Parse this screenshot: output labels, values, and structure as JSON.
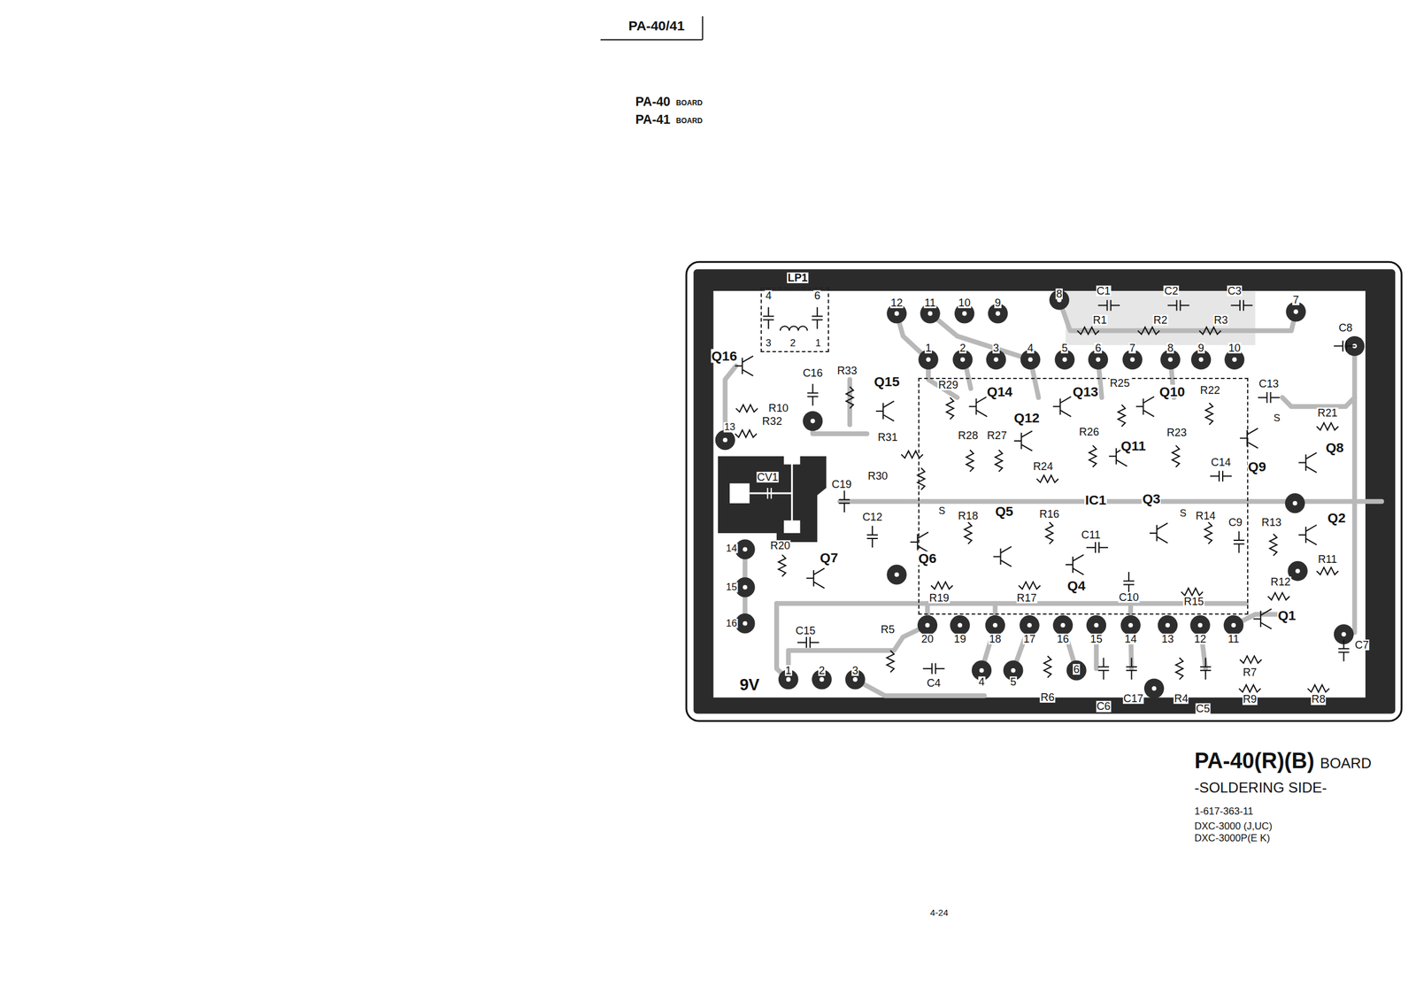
{
  "diagram": {
    "title": "PA-40/41",
    "nodes": [
      {
        "text": [
          "LP1"
        ]
      },
      {
        "text": [
          "IC1"
        ]
      }
    ],
    "labels": [
      "PA-40",
      "BOARD",
      "PA-41",
      "BOARD",
      "12",
      "11",
      "10",
      "9",
      "8",
      "C1",
      "C2",
      "C3",
      "7",
      "4",
      "6",
      "R1",
      "R2",
      "R3",
      "C8",
      "3",
      "2",
      "1",
      "1",
      "2",
      "3",
      "4",
      "5",
      "6",
      "7",
      "8",
      "9",
      "10",
      "Q16",
      "C16",
      "R33",
      "Q15",
      "R29",
      "Q14",
      "Q13",
      "R25",
      "Q10",
      "R22",
      "C13",
      "R10",
      "R32",
      "Q12",
      "S",
      "R21",
      "13",
      "R26",
      "R28",
      "R27",
      "R23",
      "R31",
      "Q11",
      "Q8",
      "C14",
      "R24",
      "Q9",
      "CV1",
      "R30",
      "C19",
      "Q3",
      "C12",
      "S",
      "R18",
      "Q5",
      "R16",
      "S",
      "R14",
      "C9",
      "R13",
      "Q2",
      "C11",
      "R20",
      "14",
      "Q7",
      "Q6",
      "R11",
      "R12",
      "Q4",
      "15",
      "R19",
      "R17",
      "C10",
      "R15",
      "Q1",
      "16",
      "C15",
      "R5",
      "20",
      "19",
      "18",
      "17",
      "16",
      "15",
      "14",
      "13",
      "12",
      "11",
      "C7",
      "1",
      "2",
      "3",
      "6",
      "R7",
      "4",
      "5",
      "C4",
      "9V",
      "R6",
      "C17",
      "R4",
      "R9",
      "R8",
      "C6",
      "C5",
      "PA-40(R)(B)",
      "BOARD",
      "-SOLDERING SIDE-",
      "1-617-363-11",
      "DXC-3000 (J,UC)",
      "DXC-3000P(E K)",
      "4-24"
    ]
  }
}
